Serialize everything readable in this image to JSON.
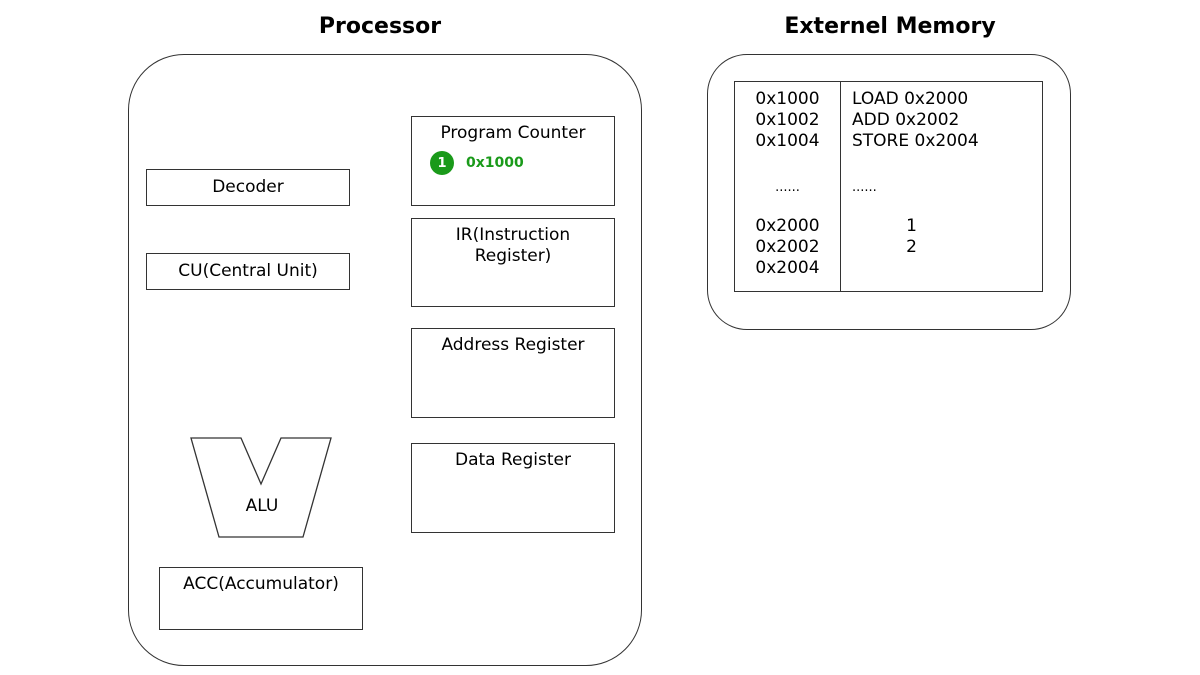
{
  "processor": {
    "title": "Processor",
    "decoder": "Decoder",
    "cu": "CU(Central Unit)",
    "alu": "ALU",
    "acc": "ACC(Accumulator)",
    "program_counter": {
      "label": "Program Counter",
      "step": "1",
      "value": "0x1000",
      "highlight_color": "#1a9a1a"
    },
    "ir_line1": "IR(Instruction",
    "ir_line2": "Register)",
    "address_register": "Address Register",
    "data_register": "Data Register"
  },
  "memory": {
    "title": "Externel Memory",
    "code_rows": [
      {
        "address": "0x1000",
        "content": "LOAD 0x2000"
      },
      {
        "address": "0x1002",
        "content": "ADD 0x2002"
      },
      {
        "address": "0x1004",
        "content": "STORE 0x2004"
      }
    ],
    "ellipsis_address": "......",
    "ellipsis_content": "......",
    "data_rows": [
      {
        "address": "0x2000",
        "content": "1"
      },
      {
        "address": "0x2002",
        "content": "2"
      },
      {
        "address": "0x2004",
        "content": ""
      }
    ]
  }
}
